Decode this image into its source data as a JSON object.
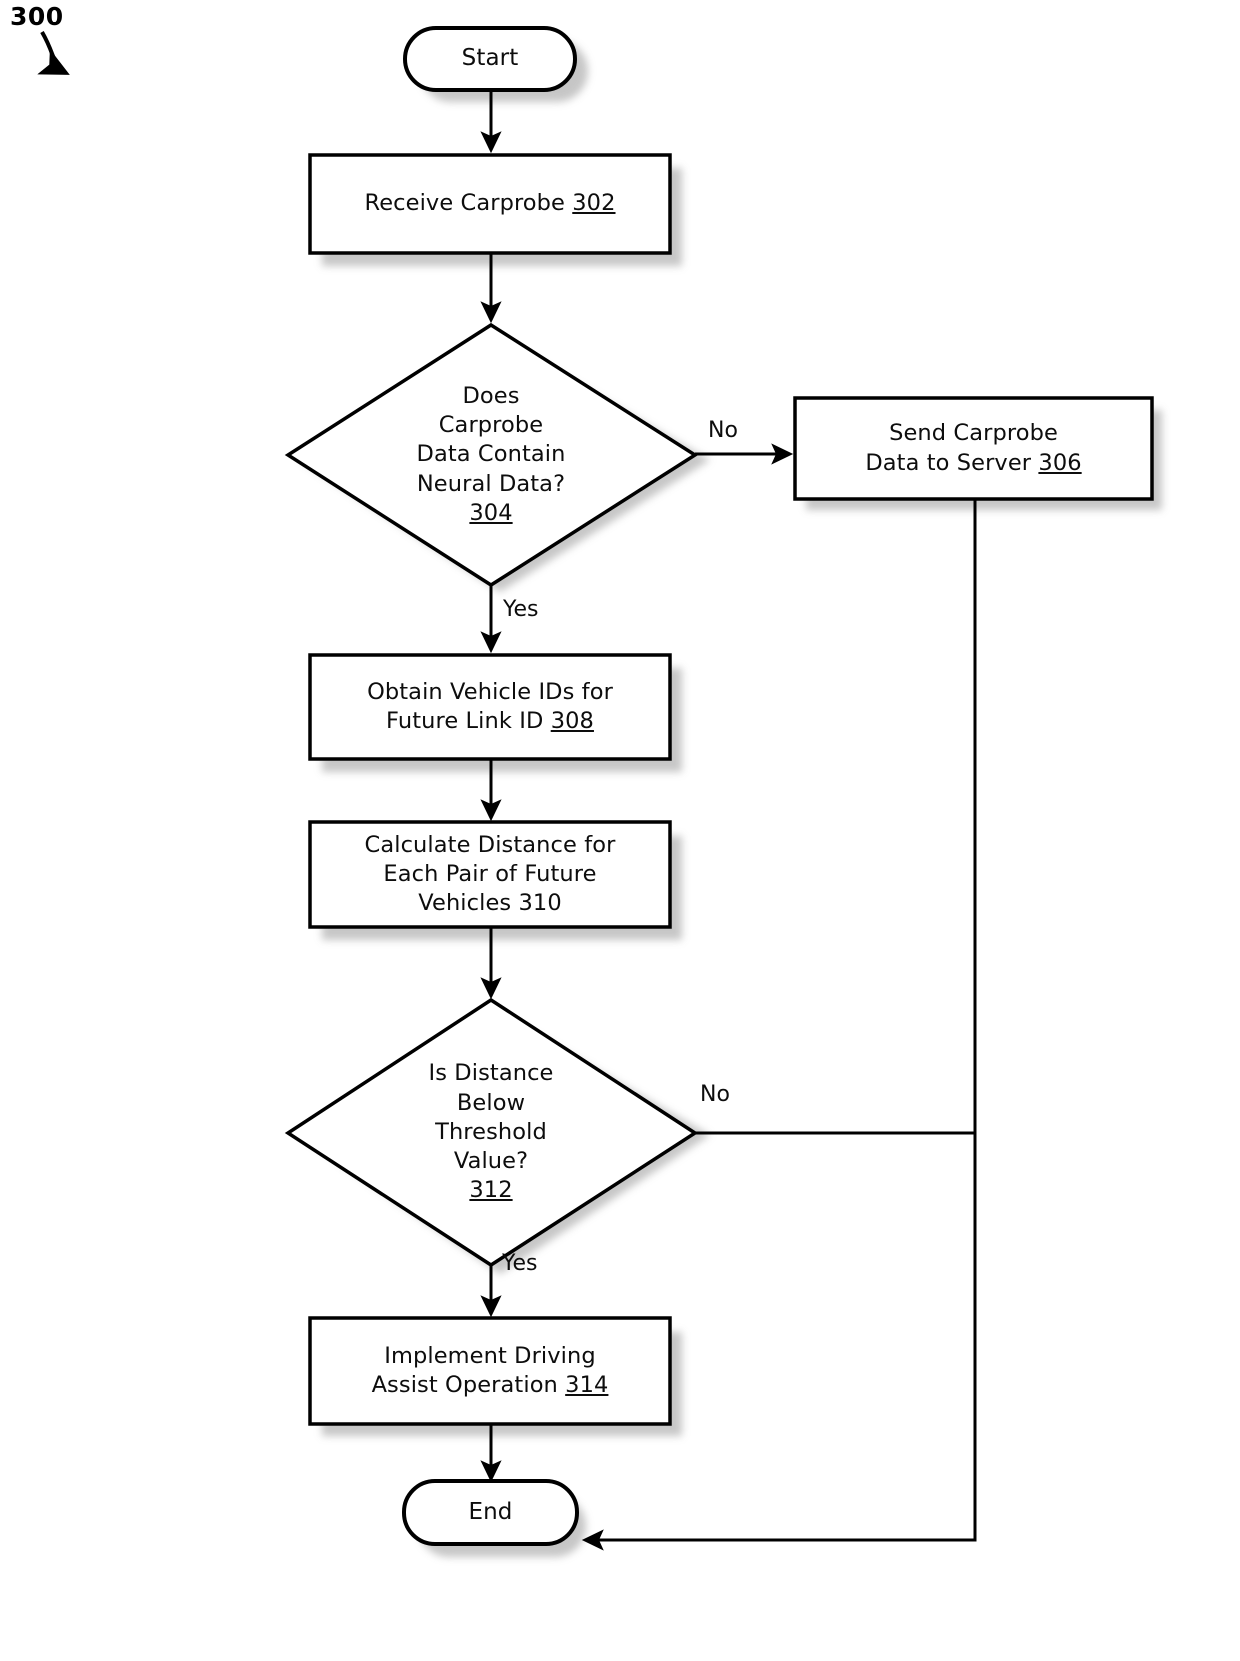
{
  "figure": {
    "number": "300",
    "type": "flowchart",
    "caption_position": "top-left"
  },
  "nodes": {
    "start": {
      "label": "Start",
      "shape": "terminator"
    },
    "receive_carprobe": {
      "shape": "process",
      "lines": [
        "Receive Carprobe "
      ],
      "ref": "302",
      "ref_underlined": true
    },
    "decision_neural": {
      "shape": "decision",
      "lines": [
        "Does",
        "Carprobe",
        "Data Contain",
        "Neural Data?"
      ],
      "ref": "304",
      "ref_underlined": true
    },
    "send_to_server": {
      "shape": "process",
      "lines": [
        "Send Carprobe",
        "Data to Server "
      ],
      "ref": "306",
      "ref_underlined": true
    },
    "obtain_vehicle_ids": {
      "shape": "process",
      "lines": [
        "Obtain Vehicle IDs for",
        "Future Link ID "
      ],
      "ref": "308",
      "ref_underlined": true
    },
    "calculate_distance": {
      "shape": "process",
      "lines": [
        "Calculate Distance for",
        "Each Pair of Future",
        "Vehicles "
      ],
      "ref": "310",
      "ref_underlined": false
    },
    "decision_threshold": {
      "shape": "decision",
      "lines": [
        "Is Distance",
        "Below",
        "Threshold",
        "Value?"
      ],
      "ref": "312",
      "ref_underlined": true
    },
    "implement_assist": {
      "shape": "process",
      "lines": [
        "Implement Driving",
        "Assist Operation "
      ],
      "ref": "314",
      "ref_underlined": true
    },
    "end": {
      "label": "End",
      "shape": "terminator"
    }
  },
  "edge_labels": {
    "neural_no": "No",
    "neural_yes": "Yes",
    "threshold_no": "No",
    "threshold_yes": "Yes"
  },
  "colors": {
    "stroke": "#000000",
    "fill": "#ffffff",
    "text": "#0d0d0d",
    "shadow": "#b9b9b9"
  }
}
